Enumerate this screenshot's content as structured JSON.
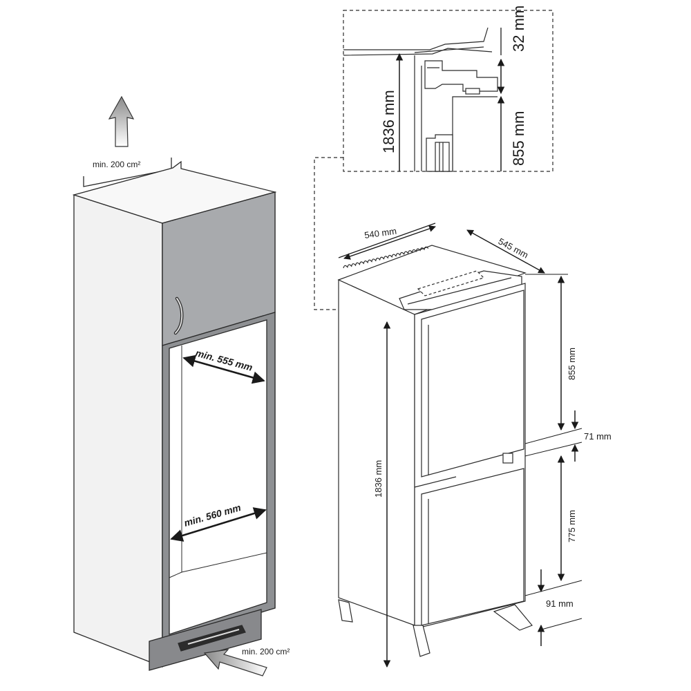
{
  "labels": {
    "ventilation_top": "min. 200 cm²",
    "ventilation_bottom": "min. 200 cm²",
    "niche_depth": "min. 555 mm",
    "niche_width": "min. 560 mm",
    "detail_total_height": "1836 mm",
    "detail_top_gap": "32 mm",
    "detail_upper_height": "855 mm",
    "appliance_width": "540 mm",
    "appliance_depth": "545 mm",
    "appliance_height": "1836 mm",
    "upper_door_height": "855 mm",
    "door_gap": "71 mm",
    "lower_door_height": "775 mm",
    "bottom_gap": "91 mm"
  },
  "colors": {
    "line": "#2a2a2a",
    "cabinet_side": "#f0f0f0",
    "cabinet_top": "#f7f7f7",
    "door_panel": "#a7a9ac",
    "niche_frame": "#8d8f92",
    "plinth": "#87898c",
    "arrow_fill": "#9a9a9a"
  }
}
